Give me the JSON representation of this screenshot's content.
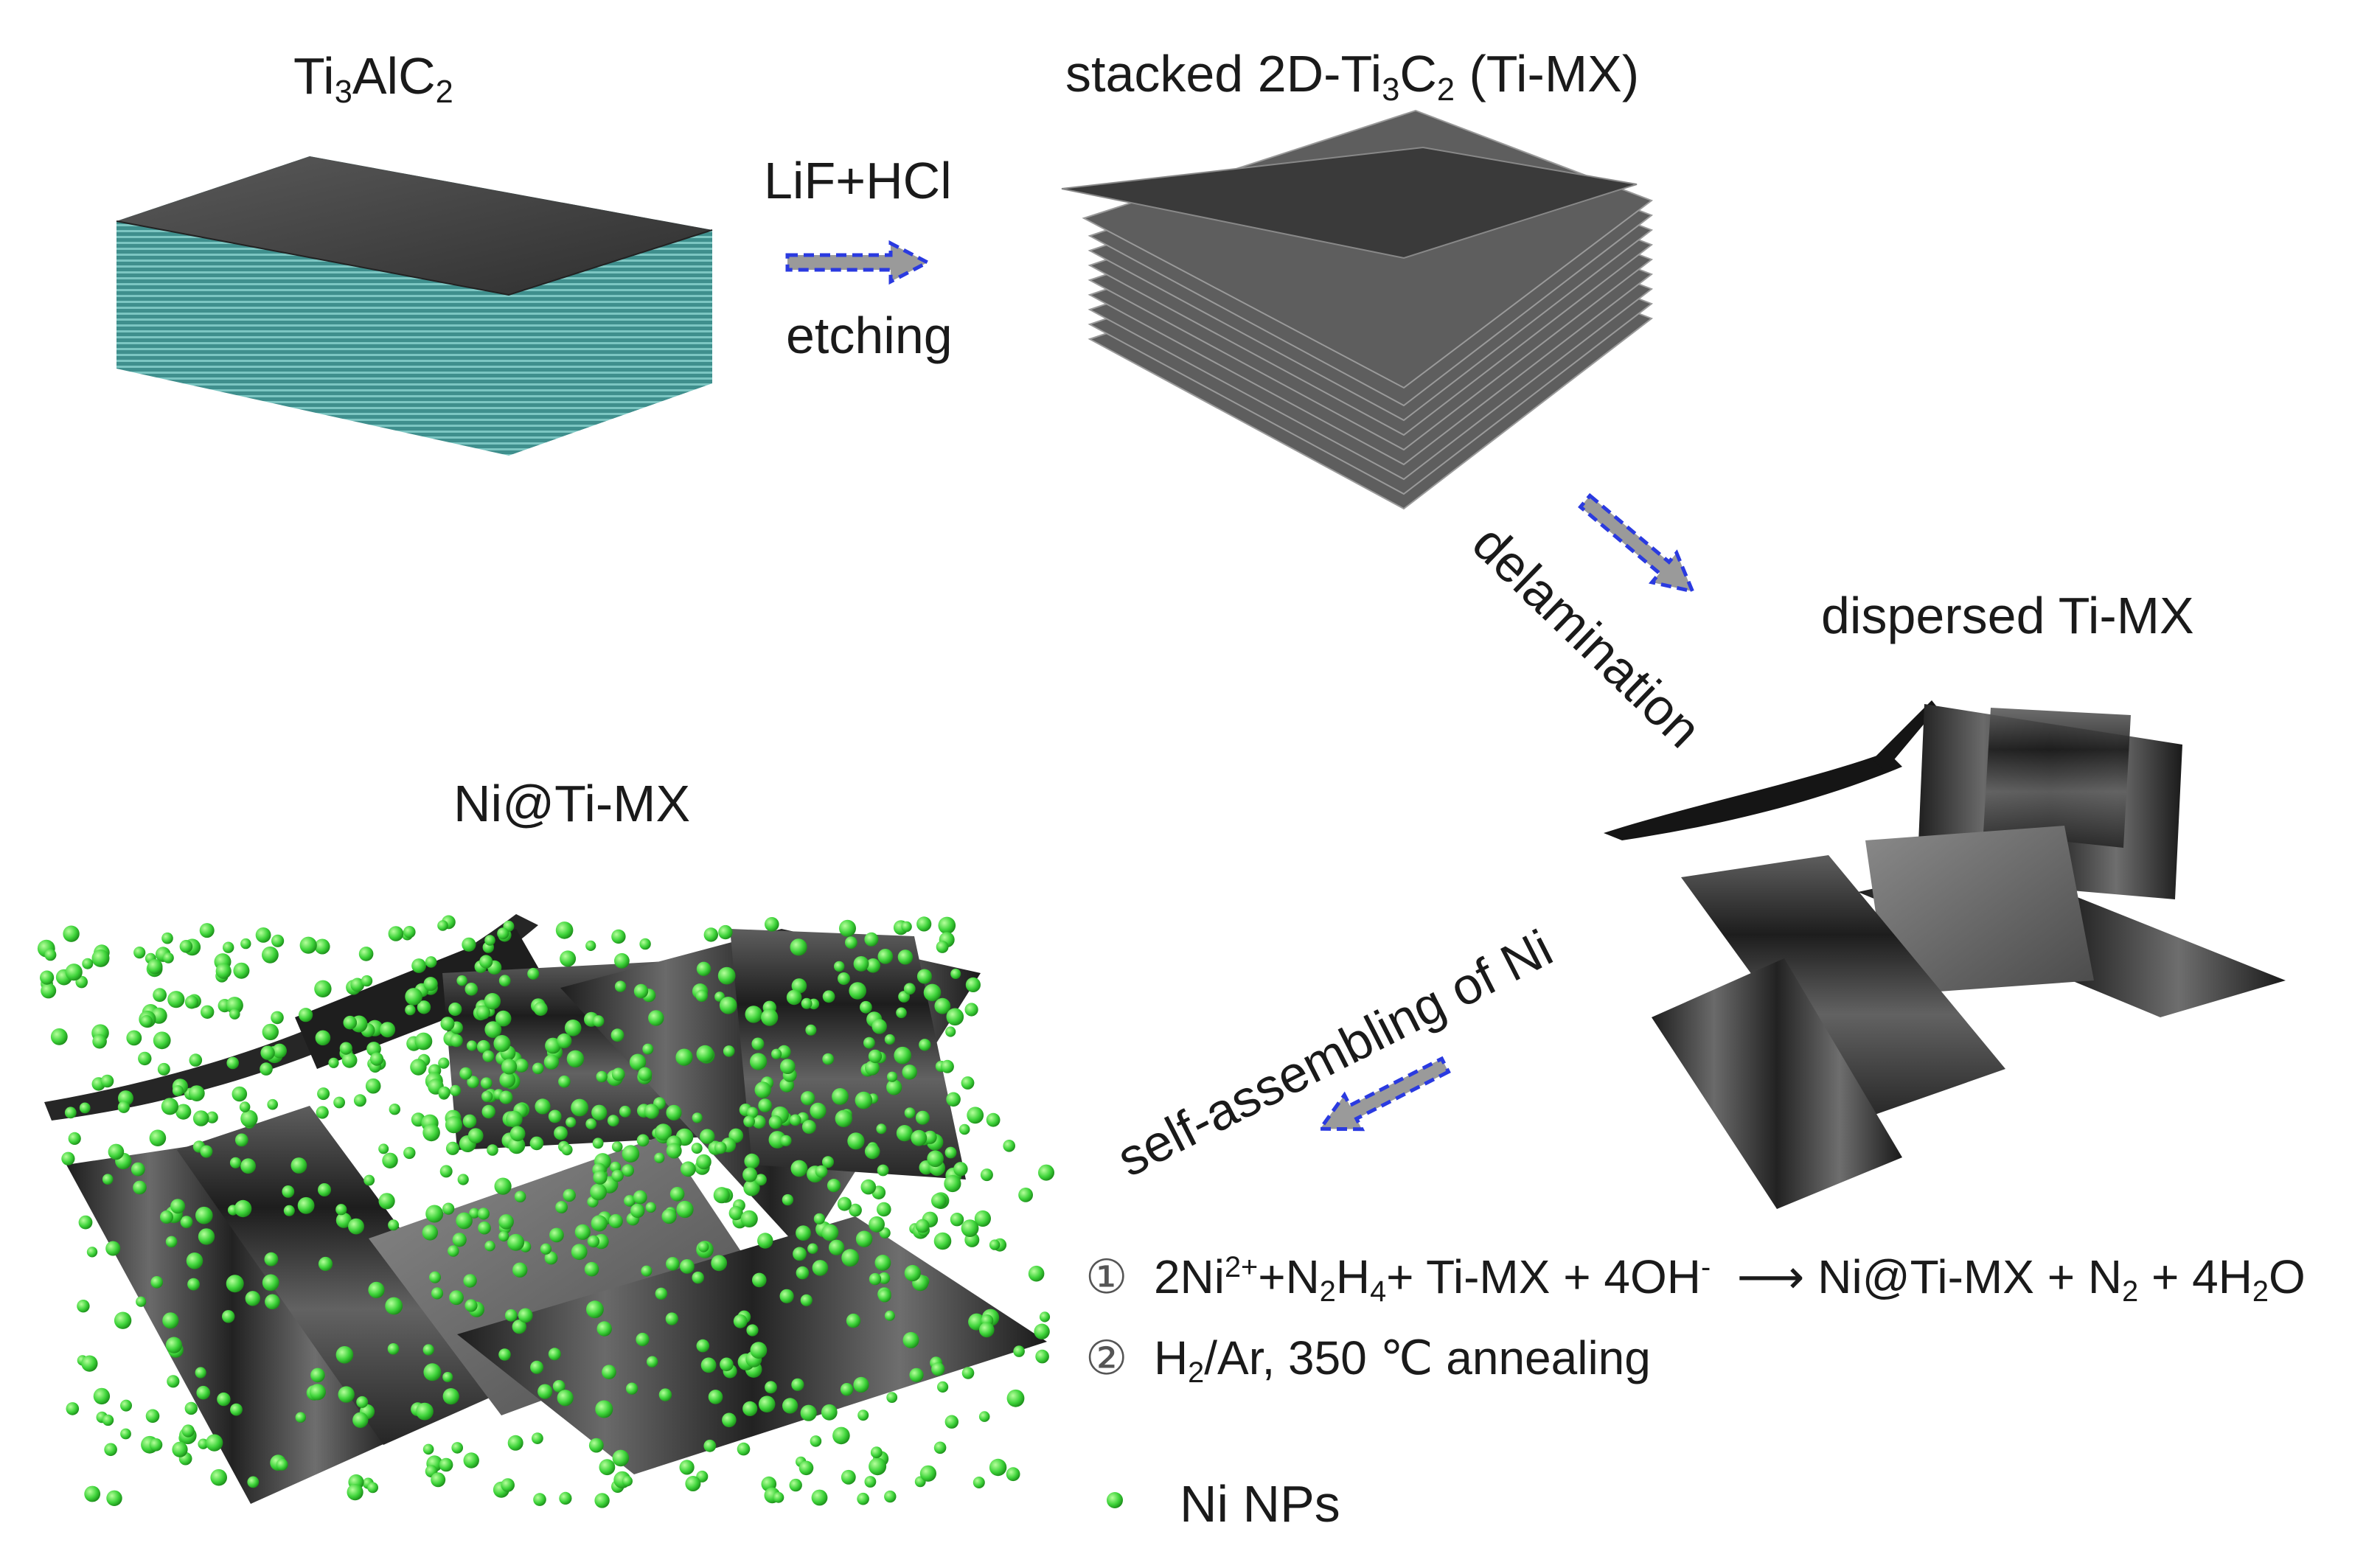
{
  "labels": {
    "ti3alc2": {
      "base": "Ti",
      "s1": "3",
      "mid": "AlC",
      "s2": "2"
    },
    "stacked": {
      "pre": "stacked 2D-Ti",
      "s1": "3",
      "mid": "C",
      "s2": "2",
      "post": " (Ti-MX)"
    },
    "dispersed": "dispersed Ti-MX",
    "ni_ti_mx": "Ni@Ti-MX"
  },
  "arrows": {
    "etching_top": "LiF+HCl",
    "etching_bottom": "etching",
    "delamination": "delamination",
    "self_assembling": "self-assembling of Ni"
  },
  "steps": {
    "step1": {
      "marker": "①",
      "a": "2Ni",
      "a_sup": "2+",
      "b": "+N",
      "b_sub1": "2",
      "c": "H",
      "c_sub": "4",
      "d": "+ Ti-MX + 4OH",
      "d_sup": "-",
      "arrow": "⟶",
      "e": "Ni@Ti-MX + N",
      "e_sub": "2",
      "f": " + 4H",
      "f_sub": "2",
      "g": "O"
    },
    "step2": {
      "marker": "②",
      "a": "H",
      "a_sub": "2",
      "b": "/Ar, 350 ℃  annealing"
    }
  },
  "legend": {
    "label": "Ni NPs"
  },
  "colors": {
    "sheet_dark": "#3a3a3a",
    "block_side": "#4a9a98",
    "arrow_fill": "#9a9a9a",
    "arrow_outline": "#2a3ae0",
    "nanoparticle": "#3ed43a"
  }
}
